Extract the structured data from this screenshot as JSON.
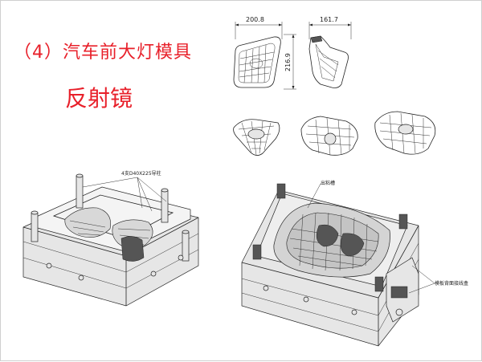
{
  "slide": {
    "title": "（4）汽车前大灯模具",
    "subtitle": "反射镜"
  },
  "drawing": {
    "front_view_width": "200.8",
    "front_view_height": "216.9",
    "side_view_width": "161.7"
  },
  "annotations": {
    "guide_posts": "4支D40X225导柱",
    "slider_label": "出粘槽",
    "cooling_label": "模板背面接线盒"
  }
}
